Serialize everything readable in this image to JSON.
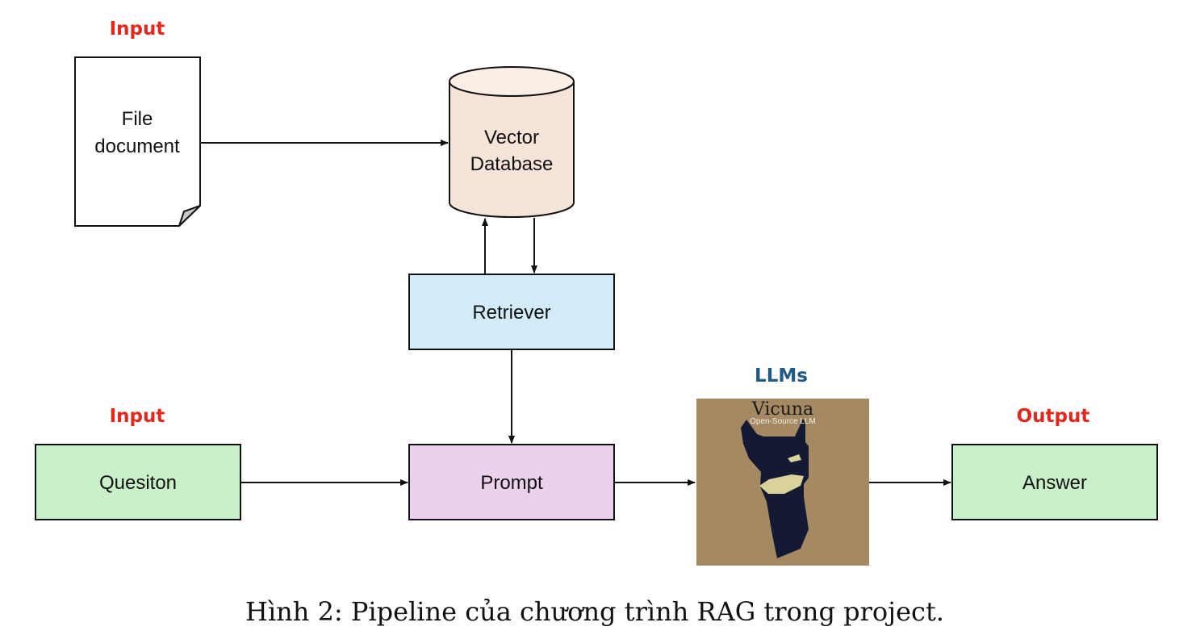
{
  "tags": {
    "input_top": "Input",
    "input_bottom": "Input",
    "llms": "LLMs",
    "output": "Output"
  },
  "nodes": {
    "file_document": {
      "line1": "File",
      "line2": "document"
    },
    "vector_database": {
      "line1": "Vector",
      "line2": "Database"
    },
    "retriever": {
      "label": "Retriever"
    },
    "question": {
      "label": "Quesiton"
    },
    "prompt": {
      "label": "Prompt"
    },
    "answer": {
      "label": "Answer"
    },
    "llm_logo": {
      "title": "Vicuna",
      "subtitle": "Open-Source LLM"
    }
  },
  "edges": [
    {
      "from": "file_document",
      "to": "vector_database"
    },
    {
      "from": "retriever",
      "to": "vector_database"
    },
    {
      "from": "vector_database",
      "to": "retriever"
    },
    {
      "from": "retriever",
      "to": "prompt"
    },
    {
      "from": "question",
      "to": "prompt"
    },
    {
      "from": "prompt",
      "to": "llm_logo"
    },
    {
      "from": "llm_logo",
      "to": "answer"
    }
  ],
  "caption": "Hình 2: Pipeline của chương trình RAG trong project.",
  "colors": {
    "tag_red": "#e0281c",
    "tag_blue": "#1f5a84",
    "vector_db_fill": "#f6e4d8",
    "vector_db_top": "#faeee6",
    "retriever_fill": "#d2ebf8",
    "prompt_fill": "#ecd1ec",
    "green_fill": "#c9f0c9",
    "logo_bg": "#a58963",
    "logo_figure": "#141a33",
    "logo_accent": "#d9d39a"
  },
  "icons": {
    "document": "page-with-folded-corner-icon",
    "database": "cylinder-database-icon",
    "llm": "vicuna-llama-logo-icon"
  }
}
